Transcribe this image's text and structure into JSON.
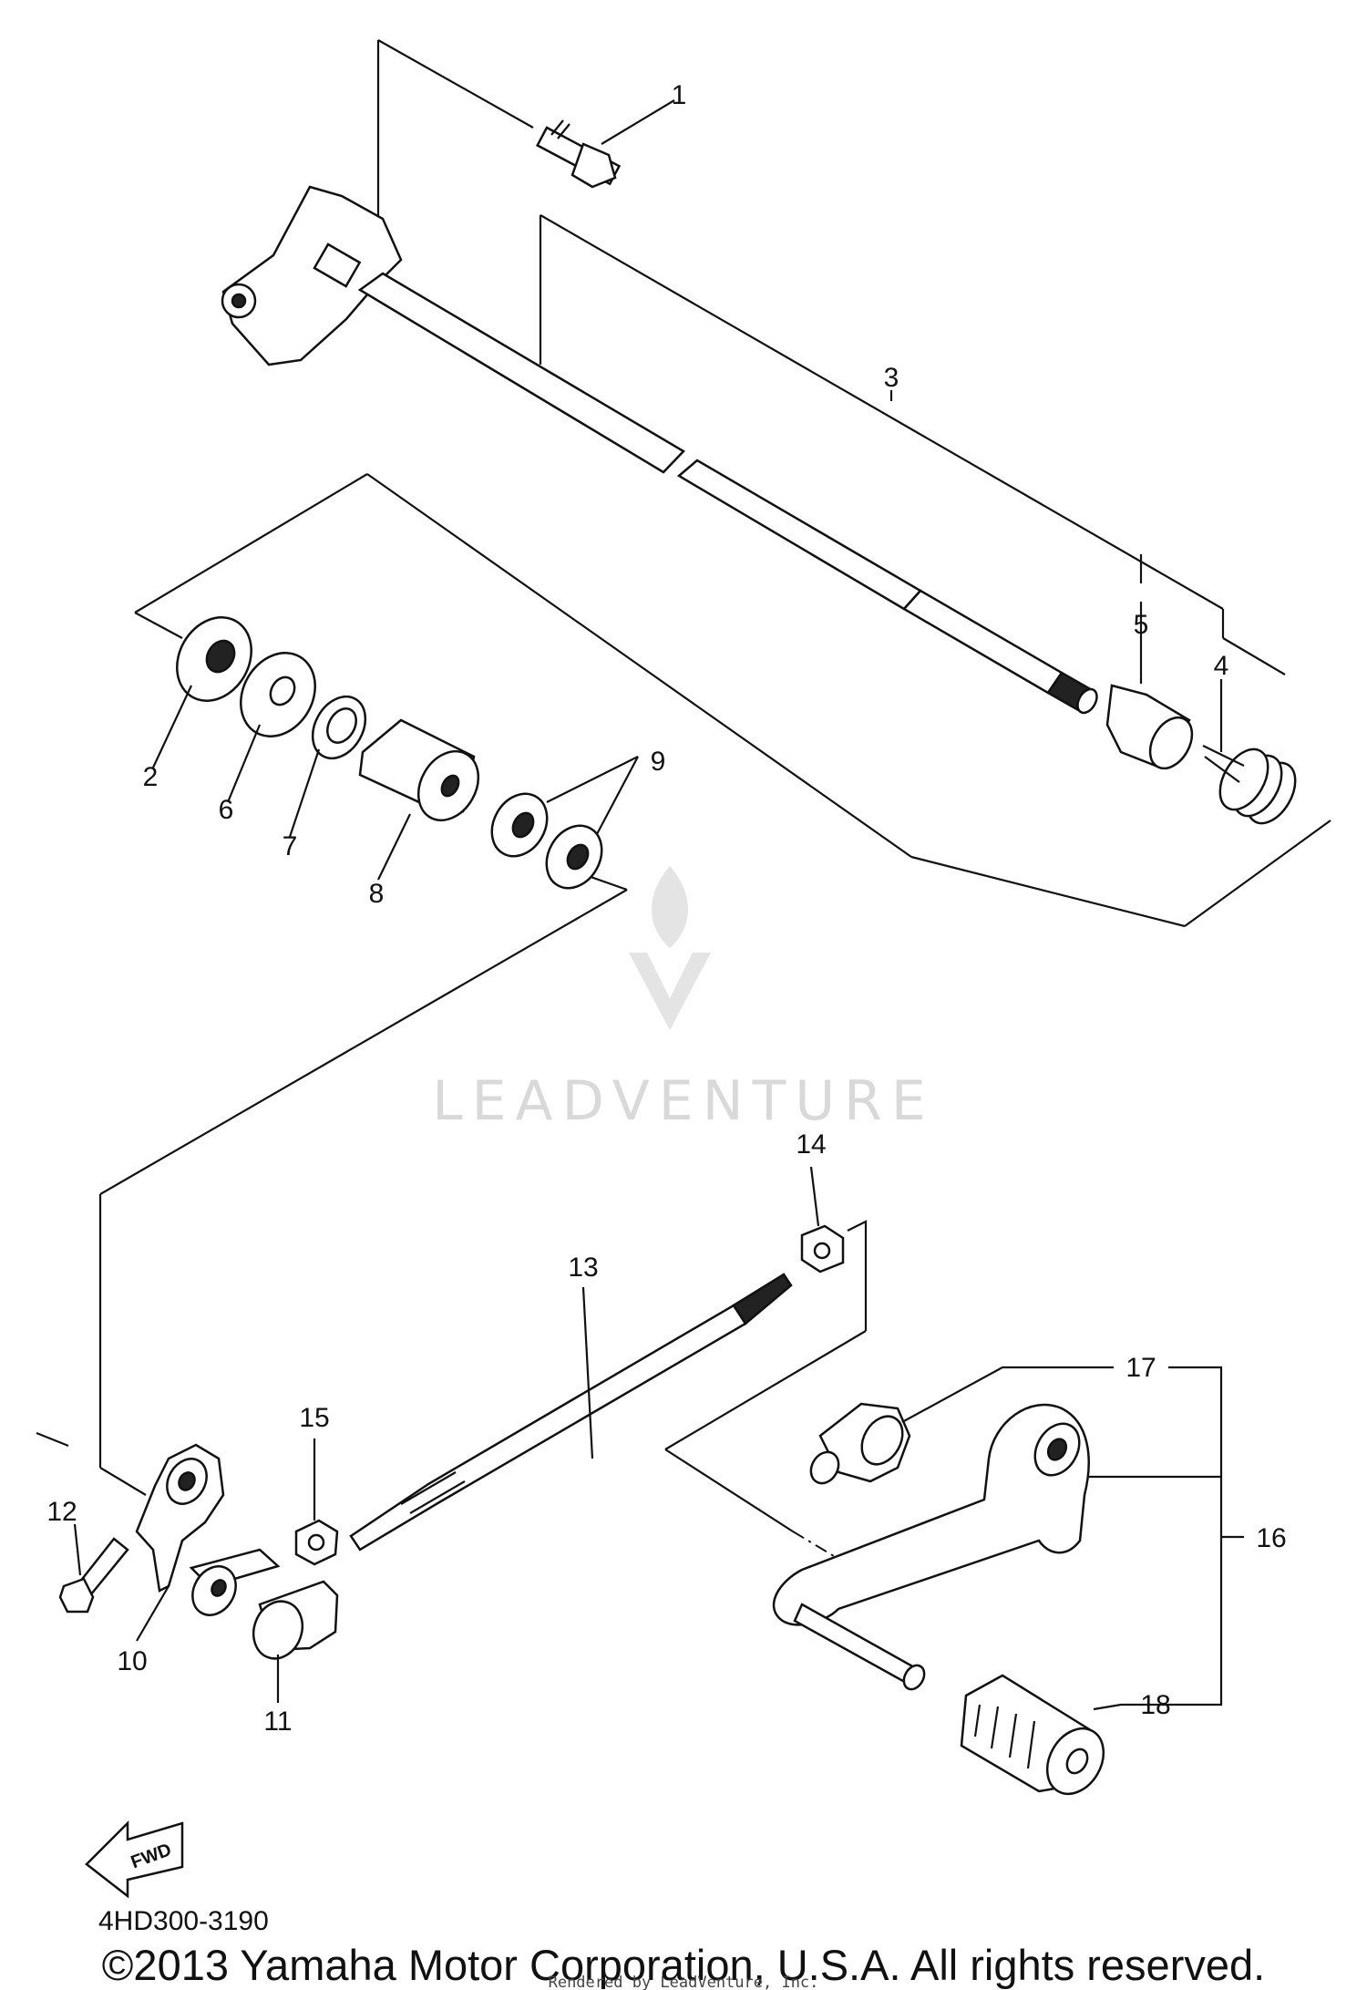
{
  "diagram": {
    "callouts": [
      {
        "id": "1",
        "label": "1"
      },
      {
        "id": "2",
        "label": "2"
      },
      {
        "id": "3",
        "label": "3"
      },
      {
        "id": "4",
        "label": "4"
      },
      {
        "id": "5",
        "label": "5"
      },
      {
        "id": "6",
        "label": "6"
      },
      {
        "id": "7",
        "label": "7"
      },
      {
        "id": "8",
        "label": "8"
      },
      {
        "id": "9",
        "label": "9"
      },
      {
        "id": "10",
        "label": "10"
      },
      {
        "id": "11",
        "label": "11"
      },
      {
        "id": "12",
        "label": "12"
      },
      {
        "id": "13",
        "label": "13"
      },
      {
        "id": "14",
        "label": "14"
      },
      {
        "id": "15",
        "label": "15"
      },
      {
        "id": "16",
        "label": "16"
      },
      {
        "id": "17",
        "label": "17"
      },
      {
        "id": "18",
        "label": "18"
      }
    ],
    "fwd_label": "FWD",
    "diagram_code": "4HD300-3190"
  },
  "watermark": {
    "brand": "LEADVENTURE"
  },
  "footer": {
    "copyright": "©2013 Yamaha Motor Corporation, U.S.A. All rights reserved.",
    "rendered_by": "Rendered by LeadVenture, Inc."
  }
}
